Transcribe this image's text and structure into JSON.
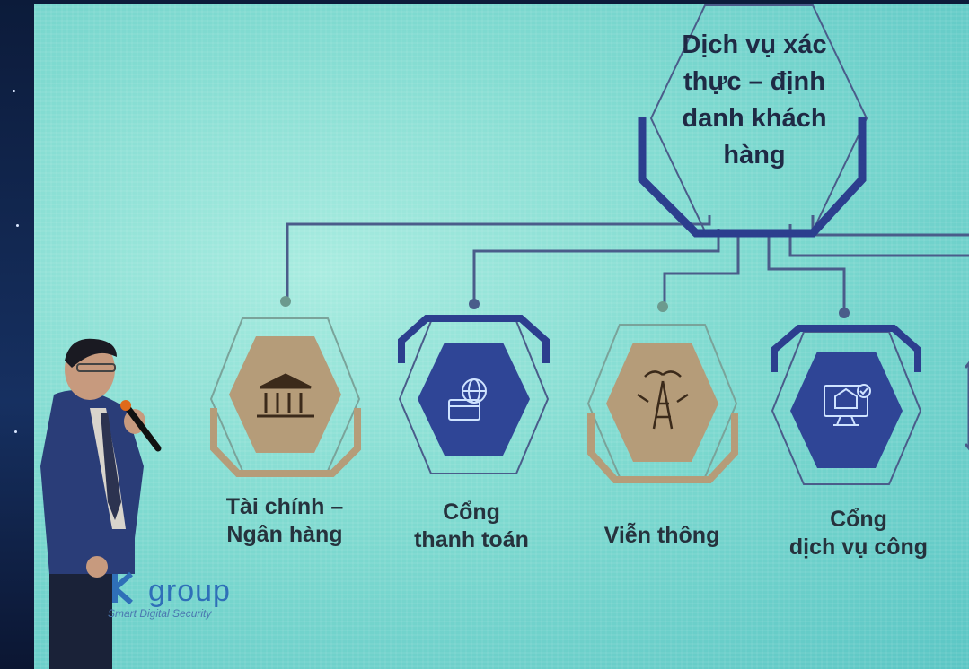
{
  "slide": {
    "title": "Dịch vụ xác thực – định danh khách hàng",
    "nodes": [
      {
        "label_line1": "Tài chính –",
        "label_line2": "Ngân hàng",
        "icon": "bank-icon"
      },
      {
        "label_line1": "Cổng",
        "label_line2": "thanh toán",
        "icon": "payment-gateway-icon"
      },
      {
        "label_line1": "Viễn thông",
        "label_line2": "",
        "icon": "telecom-icon"
      },
      {
        "label_line1": "Cổng",
        "label_line2": "dịch vụ công",
        "icon": "public-service-icon"
      }
    ]
  },
  "logo": {
    "word": "group",
    "tagline": "Smart Digital Security"
  },
  "colors": {
    "screen": "#7fdad0",
    "hex_navy": "#2c3e8e",
    "hex_tan": "#b59c79",
    "suit": "#2a3d78"
  }
}
